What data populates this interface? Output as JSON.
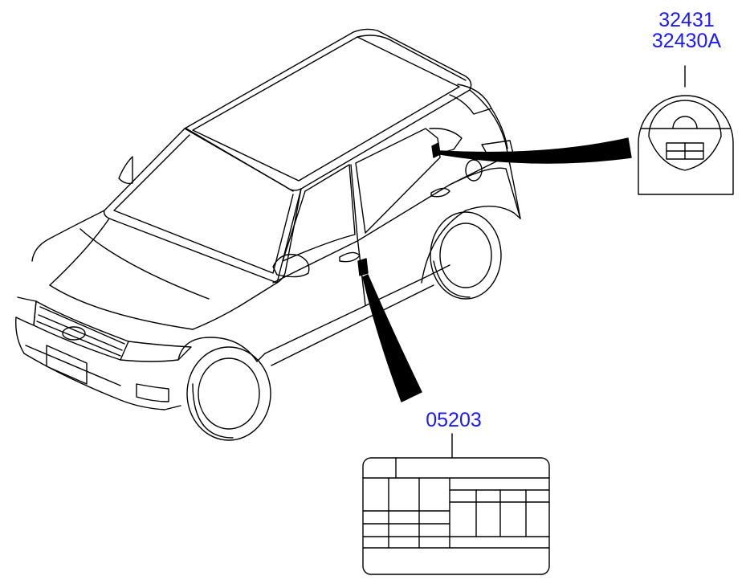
{
  "callouts": {
    "fuel_label_part_1": "32431",
    "fuel_label_part_2": "32430A",
    "tire_label_part": "05203"
  },
  "colors": {
    "callout_text": "#1a1aff",
    "line": "#000000"
  },
  "icons": [
    "vehicle-outline",
    "fuel-label-icon",
    "tire-pressure-label-icon",
    "leader-line"
  ]
}
